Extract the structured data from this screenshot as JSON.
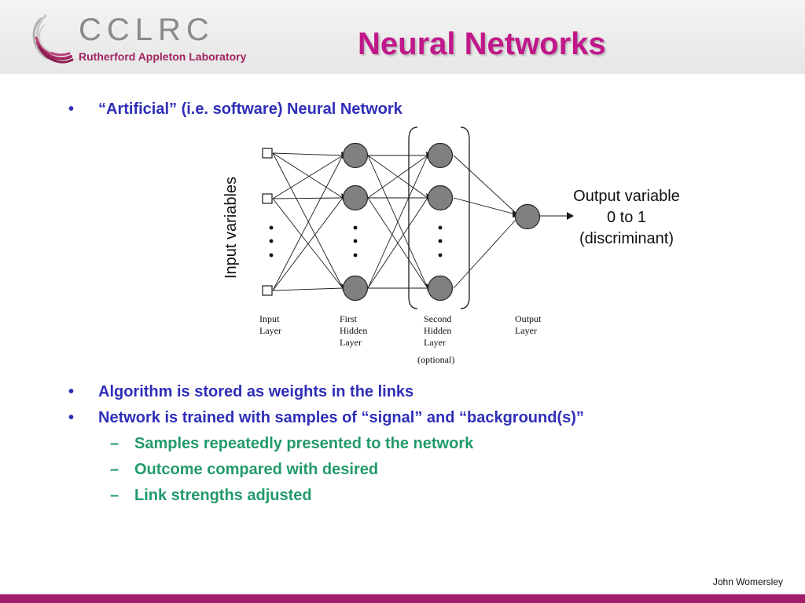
{
  "header": {
    "logo_name": "CCLRC",
    "logo_subtitle": "Rutherford Appleton Laboratory",
    "title": "Neural Networks"
  },
  "bullets": {
    "b1": "“Artificial” (i.e. software) Neural Network",
    "b2": "Algorithm is stored as weights in the links",
    "b3": "Network is trained with samples of “signal” and “background(s)”",
    "sub1": "Samples repeatedly presented to the network",
    "sub2": "Outcome compared with desired",
    "sub3": "Link strengths adjusted",
    "bullet_mark": "•",
    "sub_mark": "–"
  },
  "diagram": {
    "input_variables_label": "Input variables",
    "output_label_line1": "Output variable",
    "output_label_line2": "0 to 1",
    "output_label_line3": "(discriminant)",
    "input_layer": [
      "Input",
      "Layer"
    ],
    "first_hidden_layer": [
      "First",
      "Hidden",
      "Layer"
    ],
    "second_hidden_layer": [
      "Second",
      "Hidden",
      "Layer"
    ],
    "output_layer": [
      "Output",
      "Layer"
    ],
    "optional": "(optional)"
  },
  "footer": {
    "author": "John Womersley"
  },
  "colors": {
    "title": "#c0188a",
    "bullet_text": "#2e2eb8",
    "sub_bullet_text": "#229a6a",
    "footer_band": "#a01c6c",
    "node_fill": "#808080"
  }
}
